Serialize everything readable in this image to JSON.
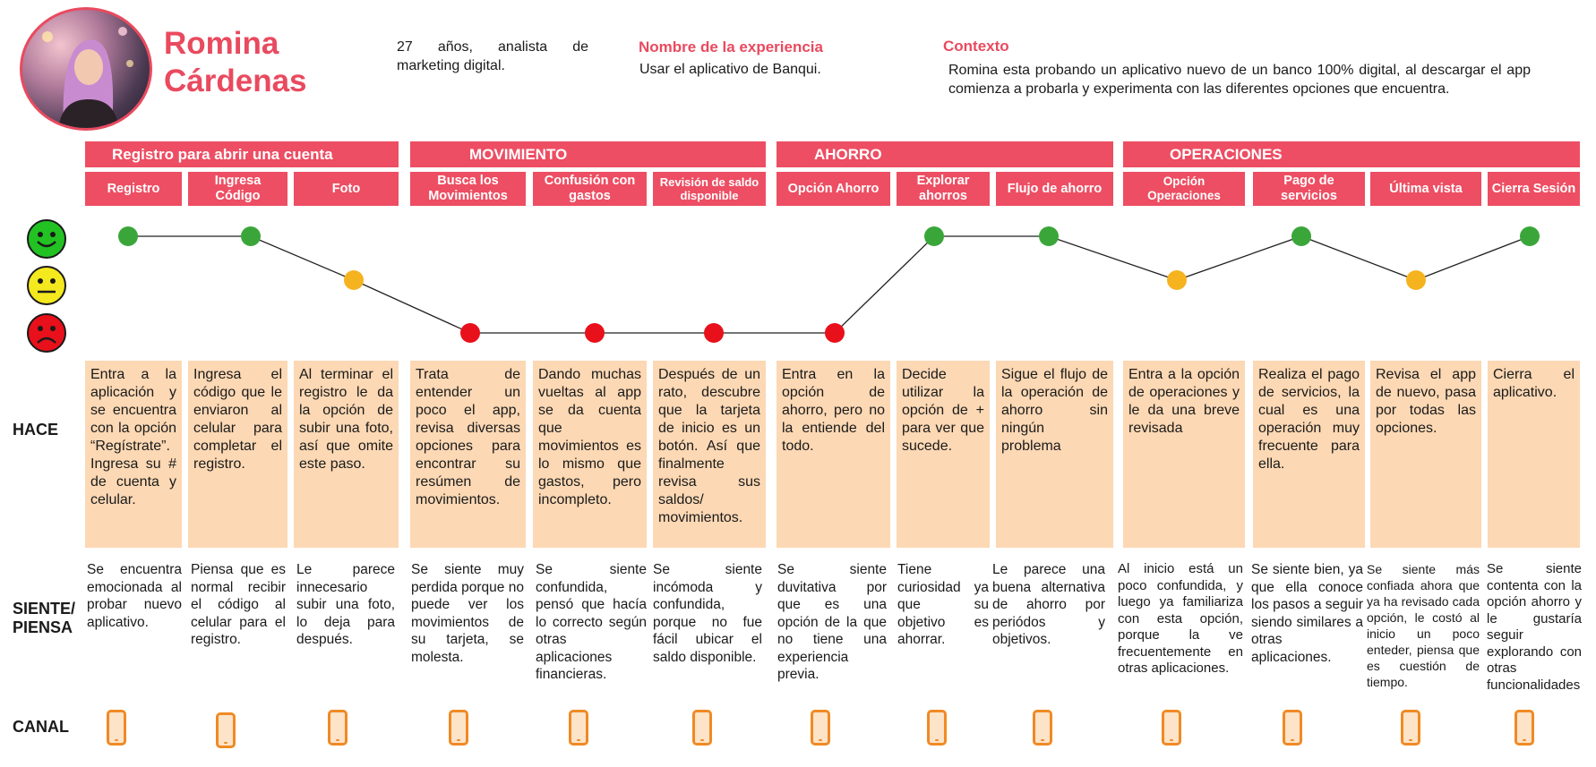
{
  "persona": {
    "name": "Romina Cárdenas",
    "about": "27 años, analista de marketing digital."
  },
  "experience": {
    "title": "Nombre de la experiencia",
    "text": "Usar el aplicativo de Banqui."
  },
  "context": {
    "title": "Contexto",
    "text": "Romina esta probando un aplicativo nuevo de un banco 100% digital, al descargar el app comienza a probarla y experimenta con las diferentes opciones que encuentra."
  },
  "phases": [
    "Registro para abrir una cuenta",
    "MOVIMIENTO",
    "AHORRO",
    "OPERACIONES"
  ],
  "steps": [
    "Registro",
    "Ingresa Código",
    "Foto",
    "Busca los Movimientos",
    "Confusión con gastos",
    "Revisión de saldo disponible",
    "Opción Ahorro",
    "Explorar ahorros",
    "Flujo de ahorro",
    "Opción Operaciones",
    "Pago de servicios",
    "Última vista",
    "Cierra Sesión"
  ],
  "emotions": [
    "happy",
    "happy",
    "neutral",
    "sad",
    "sad",
    "sad",
    "sad",
    "happy",
    "happy",
    "neutral",
    "happy",
    "neutral",
    "happy"
  ],
  "colors": {
    "accent": "#ed4e63",
    "happy": "#3aa63a",
    "neutral": "#f5b320",
    "sad": "#e8101a",
    "card": "#fcd8b4",
    "channel": "#f08a24"
  },
  "row_labels": {
    "hace": "HACE",
    "siente": "SIENTE/ PIENSA",
    "canal": "CANAL"
  },
  "hace": [
    "Entra a la aplicación y se encuentra con la opción “Regístrate”. Ingresa su # de cuenta y celular.",
    "Ingresa el código que le enviaron al celular para completar el registro.",
    "Al terminar el registro le da la opción de subir una foto, así que omite este paso.",
    "Trata de entender un poco el app, revisa diversas opciones para encontrar su resúmen de movimientos.",
    "Dando muchas vueltas al app se da cuenta que movimientos es lo mismo que gastos, pero incompleto.",
    "Después de un rato, descubre que la tarjeta de inicio es un botón. Así que finalmente revisa sus saldos/ movimientos.",
    "Entra en la opción de ahorro, pero no la entiende del todo.",
    "Decide utilizar la opción de + para ver que sucede.",
    "Sigue el flujo de la operación de ahorro sin ningún problema",
    "Entra a la opción de operaciones y le da una breve revisada",
    "Realiza el pago de servicios, la cual es una operación muy frecuente para ella.",
    "Revisa el app de nuevo, pasa por todas las opciones.",
    "Cierra el aplicativo."
  ],
  "siente": [
    "Se encuentra emocionada al probar nuevo aplicativo.",
    "Piensa que es normal recibir el código al celular para el registro.",
    "Le parece innecesario subir una foto, lo deja para después.",
    "Se siente muy perdida porque no puede ver los movimientos de su tarjeta, se molesta.",
    "Se siente confundida, pensó que hacía lo correcto según otras aplicaciones financieras.",
    "Se siente incómoda y confundida, porque no fue fácil ubicar el saldo disponible.",
    "Se siente duvitativa por que es una opción de la que no tiene una experiencia previa.",
    "Tiene curiosidad ya que su objetivo es ahorrar.",
    "Le parece una buena alternativa de ahorro por periódos y objetivos.",
    "Al inicio está un poco confundida, y luego ya familiariza con esta opción, porque la ve frecuentemente en otras aplicaciones.",
    "Se siente bien, ya que ella conoce los pasos a seguir siendo similares a otras aplicaciones.",
    "Se siente más confiada ahora que ya ha revisado cada opción, le costó al inicio un poco enteder, piensa que es cuestión de tiempo.",
    "Se siente contenta con la opción ahorro y le gustaría seguir explorando con otras funcionalidades"
  ],
  "channel_icon": "smartphone-icon"
}
